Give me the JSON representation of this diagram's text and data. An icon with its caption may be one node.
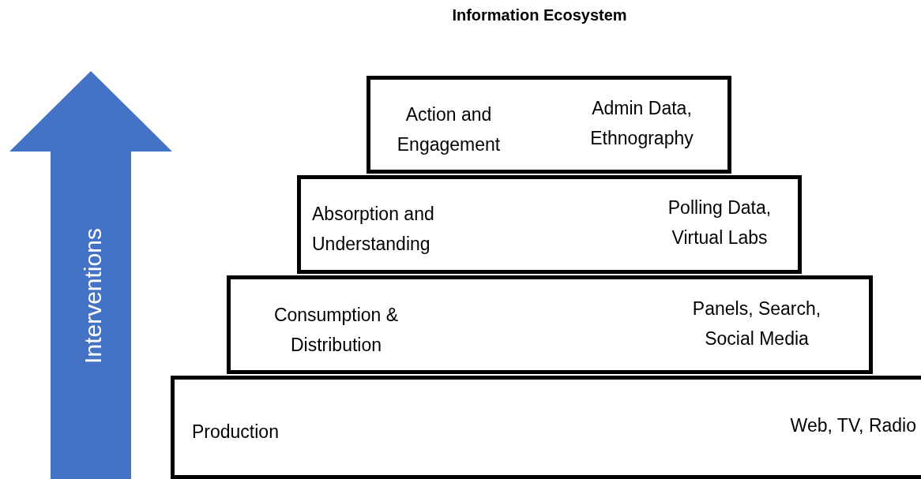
{
  "diagram": {
    "title": "Information Ecosystem",
    "nodes": [
      {
        "text": [
          "Action and Engagement",
          "Admin Data, Ethnography"
        ]
      },
      {
        "text": [
          "Absorption and Understanding",
          "Polling Data, Virtual Labs"
        ]
      },
      {
        "text": [
          "Consumption & Distribution",
          "Panels, Search, Social Media"
        ]
      },
      {
        "text": [
          "Production",
          "Web, TV, Radio"
        ]
      }
    ],
    "labels": [
      "Interventions"
    ]
  }
}
